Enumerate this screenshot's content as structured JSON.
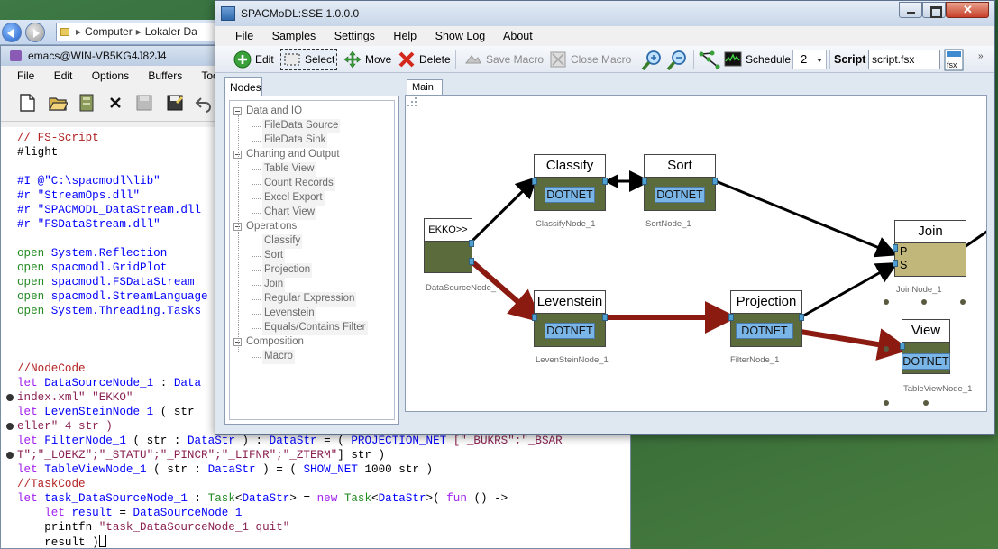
{
  "explorer": {
    "address_parts": [
      "Computer",
      "Lokaler Da"
    ]
  },
  "emacs": {
    "title": "emacs@WIN-VB5KG4J82J4",
    "menu": [
      "File",
      "Edit",
      "Options",
      "Buffers",
      "Tools"
    ],
    "code_lines": [
      {
        "segments": [
          {
            "t": "// FS-Script",
            "c": "c-comment"
          }
        ]
      },
      {
        "segments": [
          {
            "t": "#light",
            "c": ""
          }
        ]
      },
      {
        "segments": [
          {
            "t": "",
            "c": ""
          }
        ]
      },
      {
        "segments": [
          {
            "t": "#I @\"C:\\spacmodl\\lib\"",
            "c": "c-fn"
          }
        ]
      },
      {
        "segments": [
          {
            "t": "#r \"StreamOps.dll\"",
            "c": "c-fn"
          }
        ]
      },
      {
        "segments": [
          {
            "t": "#r \"SPACMODL_DataStream.dll",
            "c": "c-fn"
          }
        ]
      },
      {
        "segments": [
          {
            "t": "#r \"FSDataStream.dll\"",
            "c": "c-fn"
          }
        ]
      },
      {
        "segments": [
          {
            "t": "",
            "c": ""
          }
        ]
      },
      {
        "segments": [
          {
            "t": "open ",
            "c": "c-type"
          },
          {
            "t": "System.Reflection",
            "c": "c-mod"
          }
        ]
      },
      {
        "segments": [
          {
            "t": "open ",
            "c": "c-type"
          },
          {
            "t": "spacmodl.GridPlot",
            "c": "c-mod"
          }
        ]
      },
      {
        "segments": [
          {
            "t": "open ",
            "c": "c-type"
          },
          {
            "t": "spacmodl.FSDataStream",
            "c": "c-mod"
          }
        ]
      },
      {
        "segments": [
          {
            "t": "open ",
            "c": "c-type"
          },
          {
            "t": "spacmodl.StreamLanguage",
            "c": "c-mod"
          }
        ]
      },
      {
        "segments": [
          {
            "t": "open ",
            "c": "c-type"
          },
          {
            "t": "System.Threading.Tasks",
            "c": "c-mod"
          }
        ]
      },
      {
        "segments": [
          {
            "t": "",
            "c": ""
          }
        ]
      },
      {
        "segments": [
          {
            "t": "",
            "c": ""
          }
        ]
      },
      {
        "segments": [
          {
            "t": "",
            "c": ""
          }
        ]
      },
      {
        "segments": [
          {
            "t": "//NodeCode",
            "c": "c-comment"
          }
        ]
      },
      {
        "segments": [
          {
            "t": "let ",
            "c": "c-kw"
          },
          {
            "t": "DataSourceNode_1",
            "c": "c-fn"
          },
          {
            "t": " : ",
            "c": ""
          },
          {
            "t": "Data",
            "c": "c-fn"
          }
        ]
      },
      {
        "segments": [
          {
            "t": "index.xml\" \"EKKO\"",
            "c": "c-str"
          }
        ],
        "wrapped": true
      },
      {
        "segments": [
          {
            "t": "let ",
            "c": "c-kw"
          },
          {
            "t": "LevenSteinNode_1",
            "c": "c-fn"
          },
          {
            "t": " ( str",
            "c": ""
          }
        ]
      },
      {
        "segments": [
          {
            "t": "eller\" 4 str )",
            "c": "c-str"
          }
        ],
        "wrapped": true
      },
      {
        "segments": [
          {
            "t": "let ",
            "c": "c-kw"
          },
          {
            "t": "FilterNode_1",
            "c": "c-fn"
          },
          {
            "t": " ( str : ",
            "c": ""
          },
          {
            "t": "DataStr",
            "c": "c-fn"
          },
          {
            "t": " ) : ",
            "c": ""
          },
          {
            "t": "DataStr",
            "c": "c-fn"
          },
          {
            "t": " = ( ",
            "c": ""
          },
          {
            "t": "PROJECTION_NET",
            "c": "c-fn"
          },
          {
            "t": " [\"_BUKRS\";\"_BSAR",
            "c": "c-str"
          }
        ],
        "wrap_right": true
      },
      {
        "segments": [
          {
            "t": "T\";\"_LOEKZ\";\"_STATU\";\"_PINCR\";\"_LIFNR\";\"_ZTERM\"",
            "c": "c-str"
          },
          {
            "t": "] str )",
            "c": ""
          }
        ],
        "wrapped": true
      },
      {
        "segments": [
          {
            "t": "let ",
            "c": "c-kw"
          },
          {
            "t": "TableViewNode_1",
            "c": "c-fn"
          },
          {
            "t": " ( str : ",
            "c": ""
          },
          {
            "t": "DataStr",
            "c": "c-fn"
          },
          {
            "t": " ) = ( ",
            "c": ""
          },
          {
            "t": "SHOW_NET",
            "c": "c-fn"
          },
          {
            "t": " 1000 str )",
            "c": ""
          }
        ]
      },
      {
        "segments": [
          {
            "t": "//TaskCode",
            "c": "c-comment"
          }
        ]
      },
      {
        "segments": [
          {
            "t": "let ",
            "c": "c-kw"
          },
          {
            "t": "task_DataSourceNode_1",
            "c": "c-fn"
          },
          {
            "t": " : ",
            "c": ""
          },
          {
            "t": "Task",
            "c": "c-type"
          },
          {
            "t": "<",
            "c": ""
          },
          {
            "t": "DataStr",
            "c": "c-fn"
          },
          {
            "t": "> = ",
            "c": ""
          },
          {
            "t": "new ",
            "c": "c-kw"
          },
          {
            "t": "Task",
            "c": "c-type"
          },
          {
            "t": "<",
            "c": ""
          },
          {
            "t": "DataStr",
            "c": "c-fn"
          },
          {
            "t": ">( ",
            "c": ""
          },
          {
            "t": "fun",
            "c": "c-kw"
          },
          {
            "t": " () ->",
            "c": ""
          }
        ]
      },
      {
        "segments": [
          {
            "t": "    ",
            "c": ""
          },
          {
            "t": "let ",
            "c": "c-kw"
          },
          {
            "t": "result",
            "c": "c-fn"
          },
          {
            "t": " = ",
            "c": ""
          },
          {
            "t": "DataSourceNode_1",
            "c": "c-fn"
          }
        ]
      },
      {
        "segments": [
          {
            "t": "    printfn ",
            "c": ""
          },
          {
            "t": "\"task_DataSourceNode_1 quit\"",
            "c": "c-str"
          }
        ]
      },
      {
        "segments": [
          {
            "t": "    result )",
            "c": ""
          }
        ],
        "cursor": true
      }
    ]
  },
  "spac": {
    "title": "SPACMoDL:SSE 1.0.0.0",
    "menu": [
      "File",
      "Samples",
      "Settings",
      "Help",
      "Show Log",
      "About"
    ],
    "toolbar": {
      "edit": "Edit",
      "select": "Select",
      "move": "Move",
      "delete": "Delete",
      "save_macro": "Save Macro",
      "close_macro": "Close Macro",
      "schedule": "Schedule",
      "schedule_value": "2",
      "script_label": "Script",
      "script_value": "script.fsx",
      "fsx_icon_text": "fsx"
    },
    "nodes_tab": "Nodes",
    "main_tab": "Main",
    "tree": [
      {
        "label": "Data and IO",
        "level": 0
      },
      {
        "label": "FileData Source",
        "level": 1
      },
      {
        "label": "FileData Sink",
        "level": 1
      },
      {
        "label": "Charting and Output",
        "level": 0
      },
      {
        "label": "Table View",
        "level": 1
      },
      {
        "label": "Count Records",
        "level": 1
      },
      {
        "label": "Excel Export",
        "level": 1
      },
      {
        "label": "Chart View",
        "level": 1
      },
      {
        "label": "Operations",
        "level": 0
      },
      {
        "label": "Classify",
        "level": 1
      },
      {
        "label": "Sort",
        "level": 1
      },
      {
        "label": "Projection",
        "level": 1
      },
      {
        "label": "Join",
        "level": 1
      },
      {
        "label": "Regular Expression",
        "level": 1
      },
      {
        "label": "Levenstein",
        "level": 1
      },
      {
        "label": "Equals/Contains Filter",
        "level": 1
      },
      {
        "label": "Composition",
        "level": 0
      },
      {
        "label": "Macro",
        "level": 1
      }
    ],
    "graph": {
      "source": {
        "title": "EKKO>>",
        "caption": "DataSourceNode_"
      },
      "classify": {
        "title": "Classify",
        "badge": "DOTNET",
        "caption": "ClassifyNode_1"
      },
      "sort": {
        "title": "Sort",
        "badge": "DOTNET",
        "caption": "SortNode_1"
      },
      "levenstein": {
        "title": "Levenstein",
        "badge": "DOTNET",
        "caption": "LevenSteinNode_1"
      },
      "projection": {
        "title": "Projection",
        "badge": "DOTNET",
        "caption": "FilterNode_1"
      },
      "join": {
        "title": "Join",
        "ports": "P\nS",
        "port_p": "P",
        "port_s": "S",
        "caption": "JoinNode_1"
      },
      "view": {
        "title": "View",
        "badge": "DOTNET",
        "caption": "TableViewNode_1"
      },
      "colors": {
        "edge_black": "#000000",
        "edge_red": "#8b1a10",
        "node_body": "#5b6b3c",
        "join_body": "#c2b77a",
        "badge": "#79b5e6"
      }
    }
  }
}
